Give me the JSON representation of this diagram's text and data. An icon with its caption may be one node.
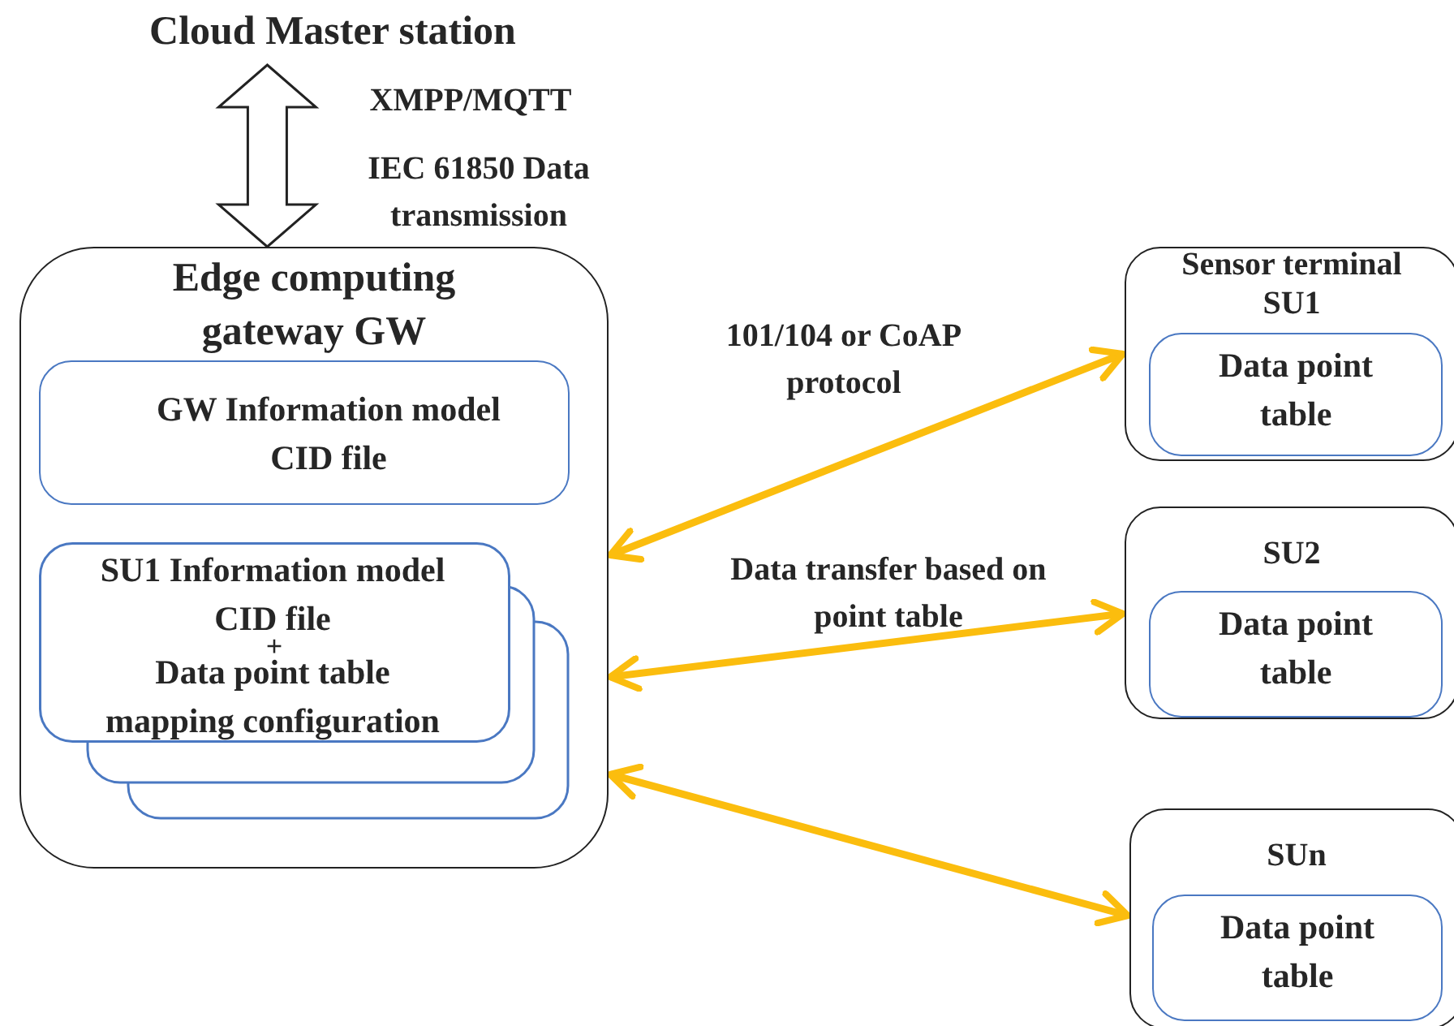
{
  "diagram": {
    "nodes": [
      {
        "text": [
          "Cloud Master station"
        ]
      },
      {
        "text": [
          "Edge computing gateway GW"
        ]
      },
      {
        "text": [
          "GW Information model CID file"
        ],
        "in": 1
      },
      {
        "text": [
          "SU1 Information model CID file",
          "+",
          "Data point table mapping configuration"
        ],
        "in": 1
      },
      {
        "text": [
          "Sensor terminal SU1"
        ]
      },
      {
        "text": [
          "Data point table"
        ],
        "in": 4
      },
      {
        "text": [
          "SU2"
        ]
      },
      {
        "text": [
          "Data point table"
        ],
        "in": 6
      },
      {
        "text": [
          "SUn"
        ]
      },
      {
        "text": [
          "Data point table"
        ],
        "in": 8
      }
    ],
    "edges": [
      {
        "from": 0,
        "to": 1,
        "arrow": "both",
        "style": "thick"
      },
      {
        "from": 1,
        "to": 4,
        "arrow": "both"
      },
      {
        "from": 1,
        "to": 6,
        "arrow": "both"
      },
      {
        "from": 1,
        "to": 8,
        "arrow": "both"
      }
    ],
    "labels": [
      "XMPP/MQTT",
      "IEC 61850 Data transmission",
      "101/104 or CoAP protocol",
      "Data transfer based on point table"
    ]
  }
}
